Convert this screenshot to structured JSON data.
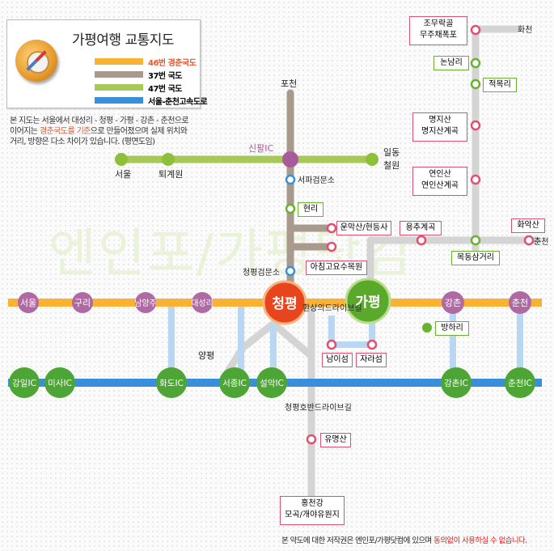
{
  "title": "가평여행 교통지도",
  "legend": [
    {
      "label": "46번 경춘국도",
      "color": "#f9b233",
      "text_color": "#e8572c"
    },
    {
      "label": "37번 국도",
      "color": "#a89a8c",
      "text_color": "#222222"
    },
    {
      "label": "47번 국도",
      "color": "#a6c957",
      "text_color": "#222222"
    },
    {
      "label": "서울-춘천고속도로",
      "color": "#3a8fdc",
      "text_color": "#222222"
    }
  ],
  "description": {
    "line1": "본 지도는 서울에서 대성리 - 청평 - 가평 - 강촌 - 춘천으로",
    "line2_pre": "이어지는 ",
    "line2_hl": "경춘국도를 기준",
    "line2_post": "으로 만들어졌으며 실제 위치와",
    "line3": "거리, 방향은 다소 차이가 있습니다. (평면도임)"
  },
  "watermark": "엔인포/가평닷컴",
  "colors": {
    "route46": "#f9b233",
    "route37": "#a89a8c",
    "route47": "#a6c957",
    "expressway": "#3a8fdc",
    "local": "#d0d0d0",
    "purple": "#a95a9b",
    "green_station": "#4c9a2a",
    "pink": "#e05070"
  },
  "stations_46": [
    "서울",
    "구리",
    "남양주",
    "대성리",
    "강촌",
    "춘천"
  ],
  "major": {
    "cheongpyeong": "청평",
    "gapyeong": "가평"
  },
  "expressway_ic": [
    "강일IC",
    "미사IC",
    "화도IC",
    "서종IC",
    "설악IC",
    "강촌IC",
    "춘천IC"
  ],
  "route37": {
    "north": "포천",
    "junction": "신팔IC",
    "seopa": "서파검문소",
    "hyeonri": "현리",
    "unaksan": "운악산/현등사",
    "morning_calm": "아침고요수목원",
    "checkpoint": "청평검문소"
  },
  "route47": {
    "seoul": "서울",
    "toegyewon": "퇴계원",
    "ildong": "일동",
    "cheorwon": "철원"
  },
  "right_line": {
    "jomurak": "조무락골",
    "mujuchae": "무주채폭포",
    "nonnamri": "논남리",
    "jeokmokri": "적목리",
    "myeongjisan": "명지산",
    "myeongjisan_valley": "명지산계곡",
    "yeoninsan": "연인산",
    "yeoninsan_valley": "연인산계곡",
    "hwacheon": "화천"
  },
  "mid_line": {
    "yongchu": "용추계곡",
    "mokdong": "목동삼거리",
    "hwaaksan": "화악산",
    "chuncheon": "춘천"
  },
  "south": {
    "hwansang": "환상의드라이브길",
    "namiseom": "남이섬",
    "jaraseom": "자라섬",
    "bangha": "방하리",
    "yangpyeong": "양평",
    "lakeside": "청평호반드라이브길",
    "yumyeong": "유명산",
    "hongcheon": "홍천강",
    "moktjae": "모곡/개야유원지"
  },
  "footer": {
    "pre": "본 약도에 대한 저작권은 엔인포/가평닷컴에 있으며 ",
    "hl": "동의없이 사용하실 수 없습니다."
  }
}
